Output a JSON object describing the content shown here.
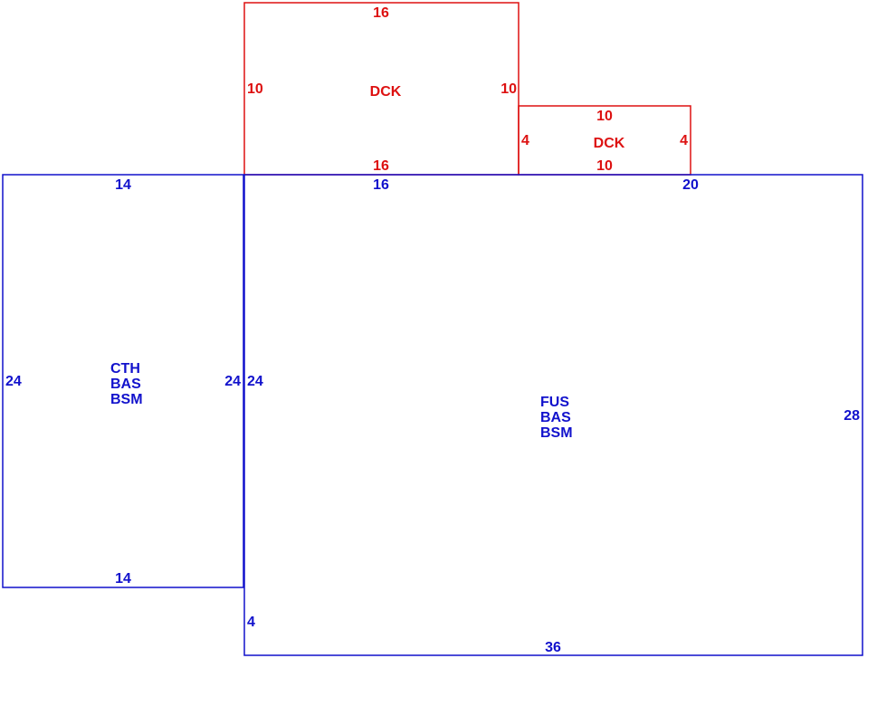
{
  "colors": {
    "deck": "#dd1111",
    "building": "#1111cc"
  },
  "areas": {
    "deck_large": {
      "name": "DCK",
      "dims": {
        "top": "16",
        "left": "10",
        "right": "10",
        "bottom": "16"
      }
    },
    "deck_small": {
      "name": "DCK",
      "dims": {
        "top": "10",
        "left": "4",
        "right": "4",
        "bottom": "10"
      }
    },
    "left_wing": {
      "codes": [
        "CTH",
        "BAS",
        "BSM"
      ],
      "dims": {
        "top": "14",
        "left": "24",
        "right": "24",
        "bottom": "14"
      }
    },
    "main": {
      "codes": [
        "FUS",
        "BAS",
        "BSM"
      ],
      "dims": {
        "top_left": "16",
        "top_right": "20",
        "left_upper": "24",
        "left_lower": "4",
        "right": "28",
        "bottom": "36"
      }
    }
  }
}
